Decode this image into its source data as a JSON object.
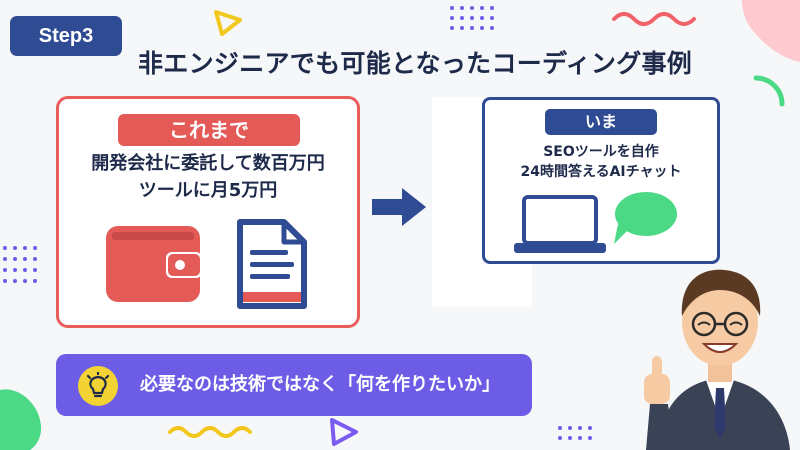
{
  "header": {
    "step_label": "Step3",
    "title": "非エンジニアでも可能となったコーディング事例"
  },
  "before": {
    "label": "これまで",
    "line1": "開発会社に委託して数百万円",
    "line2": "ツールに月5万円"
  },
  "after": {
    "label": "いま",
    "line1": "SEOツールを自作",
    "line2": "24時間答えるAIチャット"
  },
  "message": {
    "text": "必要なのは技術ではなく「何を作りたいか」"
  },
  "colors": {
    "navy": "#2f4b93",
    "red": "#e35a57",
    "purple": "#6d5de6",
    "yellow": "#f3d233",
    "green": "#4cd985"
  },
  "icons": [
    "wallet-icon",
    "document-icon",
    "arrow-right-icon",
    "laptop-icon",
    "chat-bubble-icon",
    "lightbulb-icon"
  ]
}
